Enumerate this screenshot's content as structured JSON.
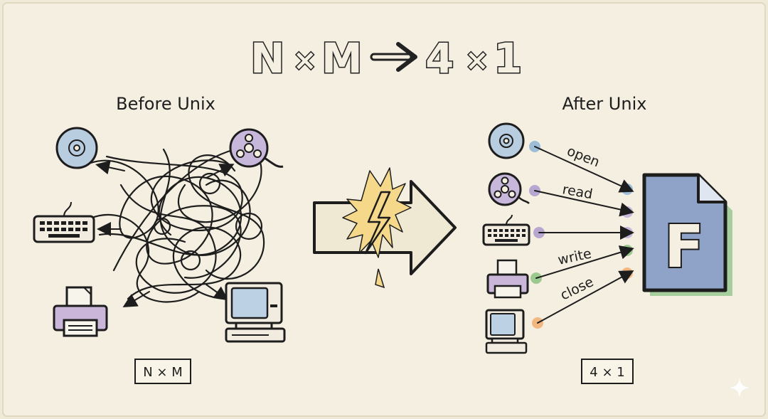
{
  "title": {
    "left": "N",
    "times1": "×",
    "mid": "M",
    "right": "4",
    "times2": "×",
    "last": "1"
  },
  "before": {
    "heading": "Before Unix",
    "badge": "N × M"
  },
  "after": {
    "heading": "After Unix",
    "badge": "4 × 1",
    "file_letter": "F",
    "operations": [
      {
        "label": "open",
        "color": "#9dbcd6"
      },
      {
        "label": "read",
        "color": "#b7a6cf"
      },
      {
        "label": "",
        "color": "#b7a6cf"
      },
      {
        "label": "write",
        "color": "#9cc98f"
      },
      {
        "label": "close",
        "color": "#f2b77e"
      }
    ]
  },
  "colors": {
    "paper": "#f4efe0",
    "ink": "#1d1d1d",
    "disc": "#b9cde0",
    "reel": "#c7b7da",
    "printer": "#c9b6d8",
    "screen": "#bcd2e4",
    "file": "#8fa3c8",
    "file_shadow": "#a7cf9d",
    "burst": "#f6d88b",
    "arrow": "#efe9d4"
  },
  "icons": [
    "disc-icon",
    "tape-reel-icon",
    "keyboard-icon",
    "printer-icon",
    "computer-icon",
    "file-icon",
    "lightning-icon",
    "sparkle-icon"
  ]
}
